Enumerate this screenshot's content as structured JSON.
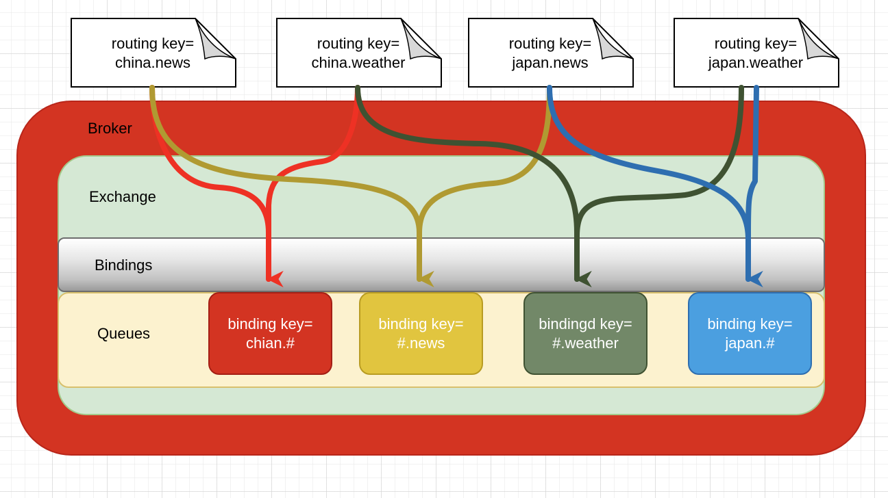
{
  "colors": {
    "broker": "#d33422",
    "exchange": "#d5e8d4",
    "queues_bg": "#fcf2cf",
    "red": "#ee3124",
    "gold": "#b09a32",
    "olive": "#3f5232",
    "blue": "#2e6eb0"
  },
  "broker": {
    "label": "Broker"
  },
  "exchange": {
    "label": "Exchange"
  },
  "bindings": {
    "label": "Bindings"
  },
  "queues": {
    "label": "Queues",
    "items": [
      {
        "line1": "binding key=",
        "line2": "chian.#",
        "fill": "#d33422",
        "stroke": "#a31f15",
        "icon": "queue-box"
      },
      {
        "line1": "binding key=",
        "line2": "#.news",
        "fill": "#e1c53f",
        "stroke": "#b89c22",
        "icon": "queue-box"
      },
      {
        "line1": "bindingd key=",
        "line2": "#.weather",
        "fill": "#728868",
        "stroke": "#3f5232",
        "icon": "queue-box"
      },
      {
        "line1": "binding key=",
        "line2": "japan.#",
        "fill": "#4b9fe0",
        "stroke": "#2e6eb0",
        "icon": "queue-box"
      }
    ]
  },
  "messages": [
    {
      "line1": "routing key=",
      "line2": "china.news",
      "icon": "note-icon"
    },
    {
      "line1": "routing key=",
      "line2": "china.weather",
      "icon": "note-icon"
    },
    {
      "line1": "routing key=",
      "line2": "japan.news",
      "icon": "note-icon"
    },
    {
      "line1": "routing key=",
      "line2": "japan.weather",
      "icon": "note-icon"
    }
  ],
  "routes": [
    {
      "from": "china.news",
      "to": "chian.#",
      "color": "red"
    },
    {
      "from": "china.news",
      "to": "#.news",
      "color": "gold"
    },
    {
      "from": "china.weather",
      "to": "chian.#",
      "color": "red"
    },
    {
      "from": "china.weather",
      "to": "#.weather",
      "color": "olive"
    },
    {
      "from": "japan.news",
      "to": "#.news",
      "color": "gold"
    },
    {
      "from": "japan.news",
      "to": "japan.#",
      "color": "blue"
    },
    {
      "from": "japan.weather",
      "to": "#.weather",
      "color": "olive"
    },
    {
      "from": "japan.weather",
      "to": "japan.#",
      "color": "blue"
    }
  ]
}
